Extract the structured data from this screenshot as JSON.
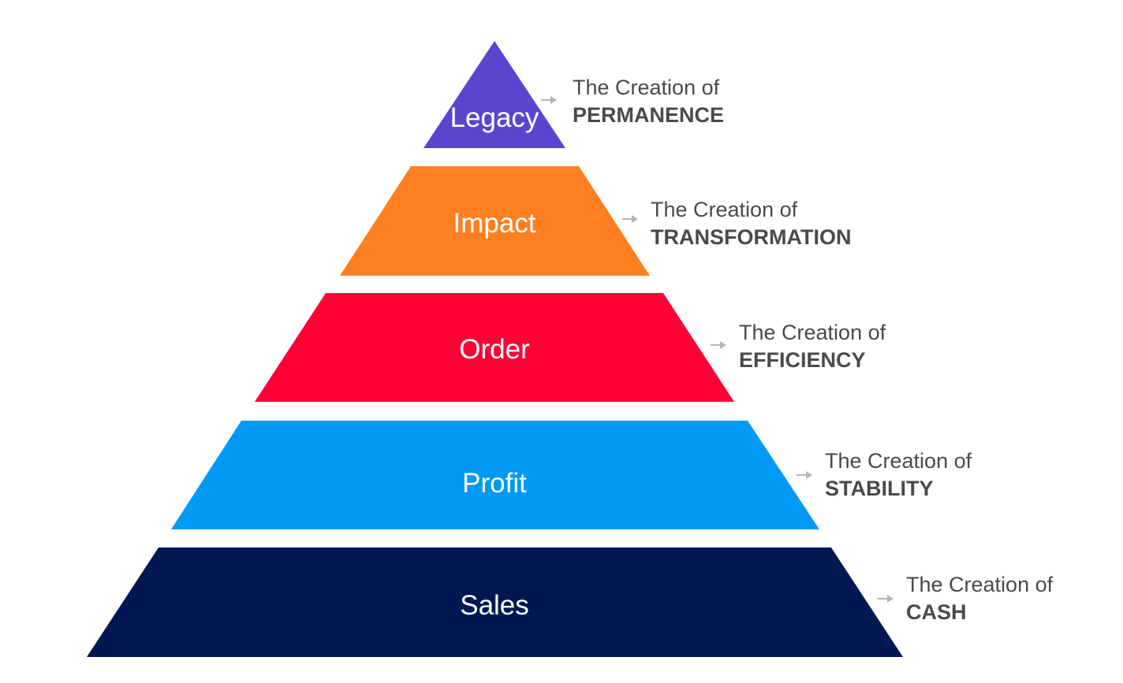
{
  "pyramid": {
    "tiers": [
      {
        "label": "Legacy",
        "color": "#5b45cf",
        "note_line1": "The Creation of",
        "note_line2": "PERMANENCE"
      },
      {
        "label": "Impact",
        "color": "#ff7f22",
        "note_line1": "The Creation of",
        "note_line2": "TRANSFORMATION"
      },
      {
        "label": "Order",
        "color": "#ff0036",
        "note_line1": "The Creation of",
        "note_line2": "EFFICIENCY"
      },
      {
        "label": "Profit",
        "color": "#0099f6",
        "note_line1": "The Creation of",
        "note_line2": "STABILITY"
      },
      {
        "label": "Sales",
        "color": "#001852",
        "note_line1": "The Creation of",
        "note_line2": "CASH"
      }
    ]
  }
}
